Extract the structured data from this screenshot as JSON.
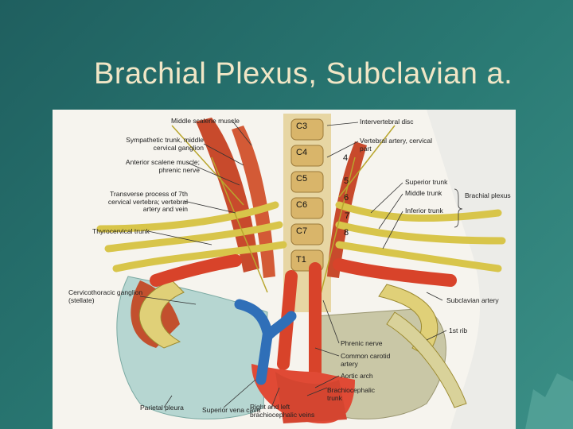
{
  "slide": {
    "title": "Brachial Plexus, Subclavian a."
  },
  "figure": {
    "vertebra_labels": [
      "C3",
      "C4",
      "C5",
      "C6",
      "C7",
      "T1"
    ],
    "nerve_numbers": [
      "4",
      "5",
      "6",
      "7",
      "8"
    ],
    "left_labels": {
      "middle_scalene": "Middle scalene muscle",
      "sympathetic": "Sympathetic trunk, middle cervical ganglion",
      "anterior_scalene": "Anterior scalene muscle; phrenic nerve",
      "transverse": "Transverse process of 7th cervical vertebra; vertebral artery and vein",
      "thyrocervical": "Thyrocervical trunk",
      "cervicothoracic": "Cervicothoracic ganglion (stellate)",
      "parietal": "Parietal pleura",
      "svc": "Superior vena cava",
      "brachio_veins": "Right and left brachiocephalic veins"
    },
    "right_labels": {
      "intervertebral": "Intervertebral disc",
      "vertebral_artery": "Vertebral artery, cervical part",
      "superior_trunk": "Superior trunk",
      "middle_trunk": "Middle trunk",
      "inferior_trunk": "Inferior trunk",
      "brachial_plexus": "Brachial plexus",
      "subclavian": "Subclavian artery",
      "first_rib": "1st rib",
      "phrenic": "Phrenic nerve",
      "common_carotid": "Common carotid artery",
      "aortic_arch": "Aortic arch",
      "brachiocephalic_trunk": "Brachiocephalic trunk"
    }
  }
}
